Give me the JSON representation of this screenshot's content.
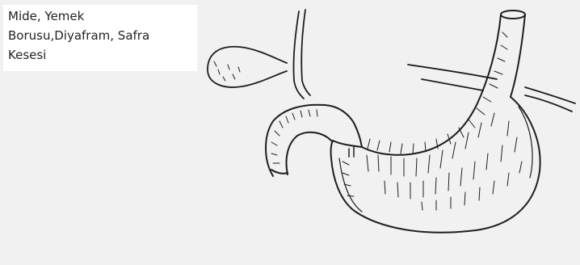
{
  "caption": {
    "text": "Mide, Yemek\nBorusu,Diyafram, Safra\nKesesi"
  },
  "colors": {
    "background": "#f1f1f1",
    "ink": "#1e1e1e",
    "caption_box": "#ffffff",
    "caption_text": "#222222"
  },
  "structures": [
    "stomach",
    "esophagus",
    "diaphragm",
    "gallbladder",
    "bile-duct",
    "duodenum"
  ]
}
